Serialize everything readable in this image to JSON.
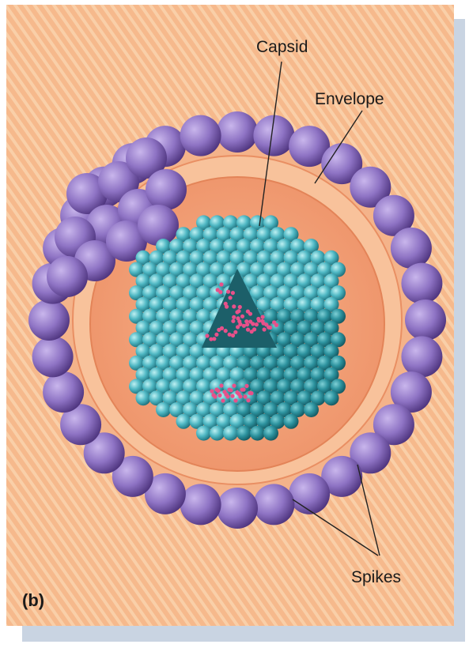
{
  "panel_label": "(b)",
  "labels": {
    "capsid": "Capsid",
    "envelope": "Envelope",
    "spikes": "Spikes"
  },
  "colors": {
    "background": "#f6b98c",
    "background_stripe": "#f9cfa8",
    "shadow": "#c9d4e2",
    "envelope_ring": "#f4a77a",
    "spike": "#8e73c4",
    "spike_dark": "#5a3f8e",
    "capsid": "#4fb8c4",
    "capsid_dark": "#1f7a86",
    "nucleic_acid": "#e8508a"
  }
}
